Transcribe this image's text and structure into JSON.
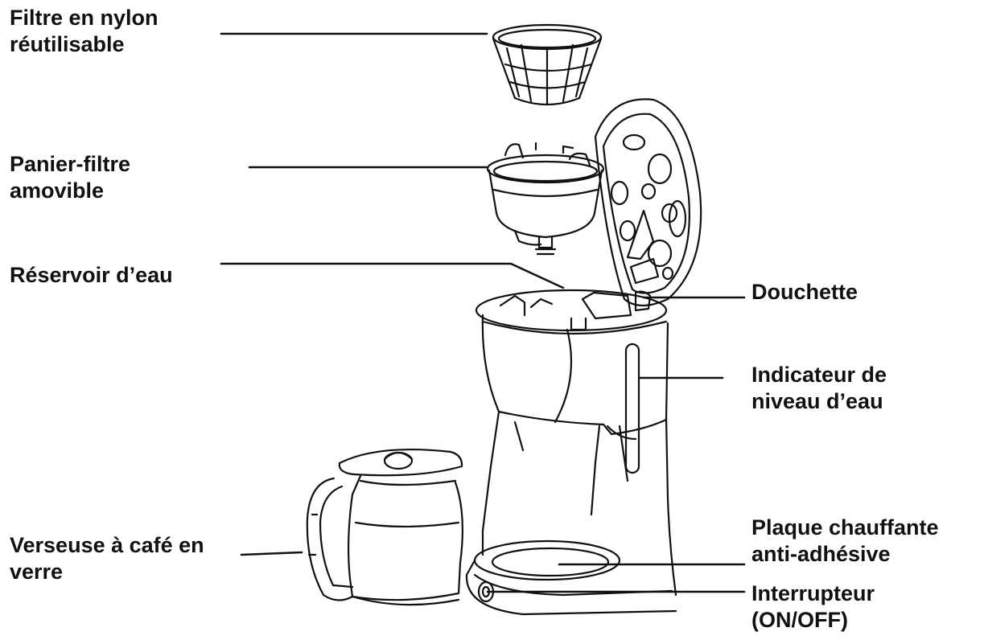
{
  "colors": {
    "ink": "#111111",
    "background": "#ffffff"
  },
  "labels": {
    "reusable_filter": [
      "Filtre en nylon",
      "réutilisable"
    ],
    "filter_basket": [
      "Panier-filtre",
      "amovible"
    ],
    "water_reservoir": [
      "Réservoir d’eau"
    ],
    "shower_head": [
      "Douchette"
    ],
    "water_level": [
      "Indicateur de",
      "niveau d’eau"
    ],
    "carafe": [
      "Verseuse à café en",
      "verre"
    ],
    "warming_plate": [
      "Plaque chauffante",
      "anti-adhésive"
    ],
    "switch": [
      "Interrupteur",
      "(ON/OFF)"
    ]
  }
}
